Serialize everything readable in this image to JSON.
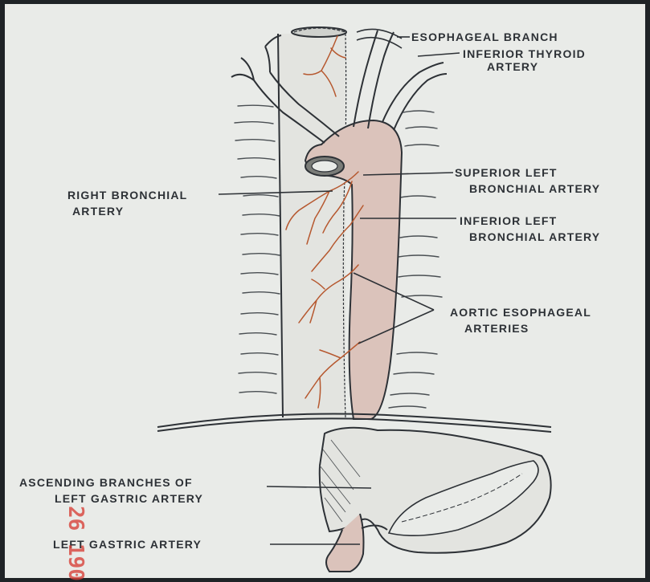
{
  "colors": {
    "paper": "#e9ebe8",
    "border": "#1f2326",
    "ink": "#2d3136",
    "aorta_fill": "#dbc3bb",
    "artery": "#b6582f",
    "datestamp": "#d8433b"
  },
  "labels": {
    "esophageal_branch": "ESOPHAGEAL BRANCH",
    "inferior_thyroid_artery": "INFERIOR THYROID ARTERY",
    "superior_left_bronchial_artery": "SUPERIOR LEFT BRONCHIAL ARTERY",
    "right_bronchial_artery": "RIGHT BRONCHIAL ARTERY",
    "inferior_left_bronchial_artery": "INFERIOR LEFT BRONCHIAL ARTERY",
    "aortic_esophageal_arteries": "AORTIC ESOPHAGEAL ARTERIES",
    "ascending_branches_of_left_gastric_artery": "ASCENDING BRANCHES OF LEFT GASTRIC ARTERY",
    "left_gastric_artery": "LEFT GASTRIC ARTERY"
  },
  "label_lines": {
    "esophageal_branch": [
      "ESOPHAGEAL BRANCH"
    ],
    "inferior_thyroid_artery": [
      "INFERIOR THYROID",
      "ARTERY"
    ],
    "superior_left_bronchial_artery": [
      "SUPERIOR LEFT",
      "BRONCHIAL ARTERY"
    ],
    "right_bronchial_artery": [
      "RIGHT BRONCHIAL",
      "ARTERY"
    ],
    "inferior_left_bronchial_artery": [
      "INFERIOR LEFT",
      "BRONCHIAL ARTERY"
    ],
    "aortic_esophageal_arteries": [
      "AORTIC ESOPHAGEAL",
      "ARTERIES"
    ],
    "ascending_branches_of_left_gastric_artery": [
      "ASCENDING BRANCHES OF",
      "LEFT GASTRIC ARTERY"
    ],
    "left_gastric_artery": [
      "LEFT GASTRIC ARTERY"
    ]
  },
  "datestamp": "26 190"
}
